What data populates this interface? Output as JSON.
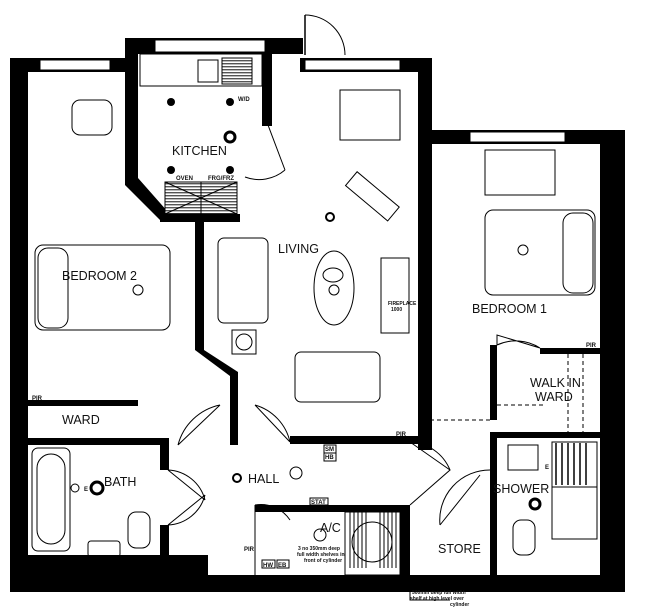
{
  "rooms": {
    "kitchen": "KITCHEN",
    "living": "LIVING",
    "bedroom2": "BEDROOM 2",
    "bedroom1": "BEDROOM 1",
    "walk_in_ward_line1": "WALK IN",
    "walk_in_ward_line2": "WARD",
    "ward": "WARD",
    "bath": "BATH",
    "hall": "HALL",
    "ac": "A/C",
    "store": "STORE",
    "shower": "SHOWER"
  },
  "labels": {
    "wd": "W/D",
    "oven": "OVEN",
    "frg_frz": "FRG/FRZ",
    "fireplace_line1": "FIREPLACE",
    "fireplace_line2": "1000",
    "pir": "PIR",
    "e": "E",
    "sm": "SM",
    "hb": "HB",
    "stat": "STAT",
    "hw": "HW",
    "eb": "EB"
  },
  "notes": {
    "shelves_line1": "3 no 350mm deep",
    "shelves_line2": "full width shelves in",
    "shelves_line3": "front of cylinder",
    "high_shelf_line1": "500mm deep full width",
    "high_shelf_line2": "shelf at high level over",
    "high_shelf_line3": "cylinder"
  }
}
